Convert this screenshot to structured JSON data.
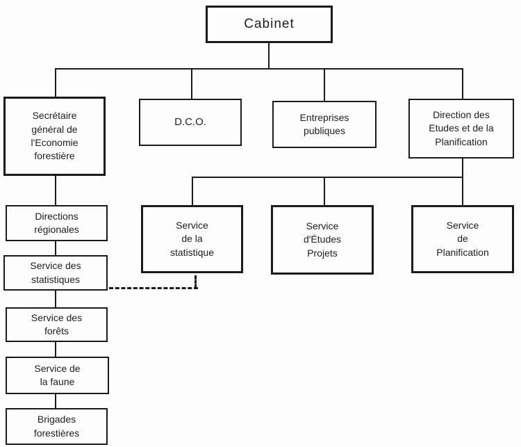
{
  "diagram": {
    "type": "org-chart",
    "colors": {
      "line": "#1a1a1a",
      "background": "#fdfdfd",
      "text": "#1d1d1d"
    },
    "nodes": {
      "cabinet": {
        "label": "Cabinet"
      },
      "secretaire": {
        "label": "Secrétaire\ngénéral de\nl'Economie\nforestière"
      },
      "dco": {
        "label": "D.C.O."
      },
      "entreprises": {
        "label": "Entreprises\npubliques"
      },
      "direction": {
        "label": "Direction des\nEtudes et de la\nPlanification"
      },
      "directions_regionales": {
        "label": "Directions\nrégionales"
      },
      "service_statistiques": {
        "label": "Service des\nstatistiques"
      },
      "service_forets": {
        "label": "Service des\nforêts"
      },
      "service_faune": {
        "label": "Service de\nla faune"
      },
      "brigades_forestieres": {
        "label": "Brigades\nforestières"
      },
      "service_statistique": {
        "label": "Service\nde la\nstatistique"
      },
      "service_etudes_projets": {
        "label": "Service\nd'Études\nProjets"
      },
      "service_planification": {
        "label": "Service\nde\nPlanification"
      }
    },
    "edges": [
      {
        "from": "cabinet",
        "to": "secretaire",
        "style": "solid"
      },
      {
        "from": "cabinet",
        "to": "dco",
        "style": "solid"
      },
      {
        "from": "cabinet",
        "to": "entreprises",
        "style": "solid"
      },
      {
        "from": "cabinet",
        "to": "direction",
        "style": "solid"
      },
      {
        "from": "secretaire",
        "to": "directions_regionales",
        "style": "solid"
      },
      {
        "from": "directions_regionales",
        "to": "service_statistiques",
        "style": "solid"
      },
      {
        "from": "service_statistiques",
        "to": "service_forets",
        "style": "solid"
      },
      {
        "from": "service_forets",
        "to": "service_faune",
        "style": "solid"
      },
      {
        "from": "service_faune",
        "to": "brigades_forestieres",
        "style": "solid"
      },
      {
        "from": "direction",
        "to": "service_statistique",
        "style": "solid"
      },
      {
        "from": "direction",
        "to": "service_etudes_projets",
        "style": "solid"
      },
      {
        "from": "direction",
        "to": "service_planification",
        "style": "solid"
      },
      {
        "from": "service_statistiques",
        "to": "service_statistique",
        "style": "dashed"
      }
    ]
  }
}
